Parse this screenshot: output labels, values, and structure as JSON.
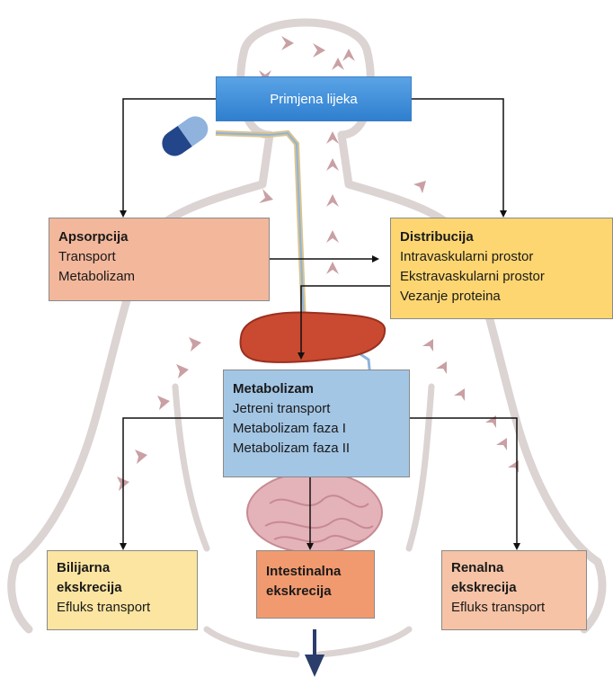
{
  "nodes": {
    "primjena": {
      "title": "Primjena lijeka"
    },
    "apsorpcija": {
      "title": "Apsorpcija",
      "lines": [
        "Transport",
        "Metabolizam"
      ]
    },
    "distribucija": {
      "title": "Distribucija",
      "lines": [
        "Intravaskularni prostor",
        "Ekstravaskularni prostor",
        "Vezanje proteina"
      ]
    },
    "metabolizam": {
      "title": "Metabolizam",
      "lines": [
        "Jetreni transport",
        "Metabolizam faza I",
        "Metabolizam faza II"
      ]
    },
    "bilijarna": {
      "title": [
        "Bilijarna",
        "ekskrecija"
      ],
      "lines": [
        "Efluks transport"
      ]
    },
    "intestinalna": {
      "title": [
        "Intestinalna",
        "ekskrecija"
      ]
    },
    "renalna": {
      "title": [
        "Renalna",
        "ekskrecija"
      ],
      "lines": [
        "Efluks transport"
      ]
    }
  },
  "colors": {
    "body_outline": "#dcd3d3",
    "flow_arrows": "#c9a0a4",
    "liver": "#c94a30",
    "intestine": "#e4b3b9",
    "pill_dark": "#23468a",
    "pill_light": "#8fb3dd",
    "connector": "#111111"
  },
  "icons": [
    "pill-icon",
    "liver-icon",
    "intestine-icon",
    "body-silhouette"
  ]
}
